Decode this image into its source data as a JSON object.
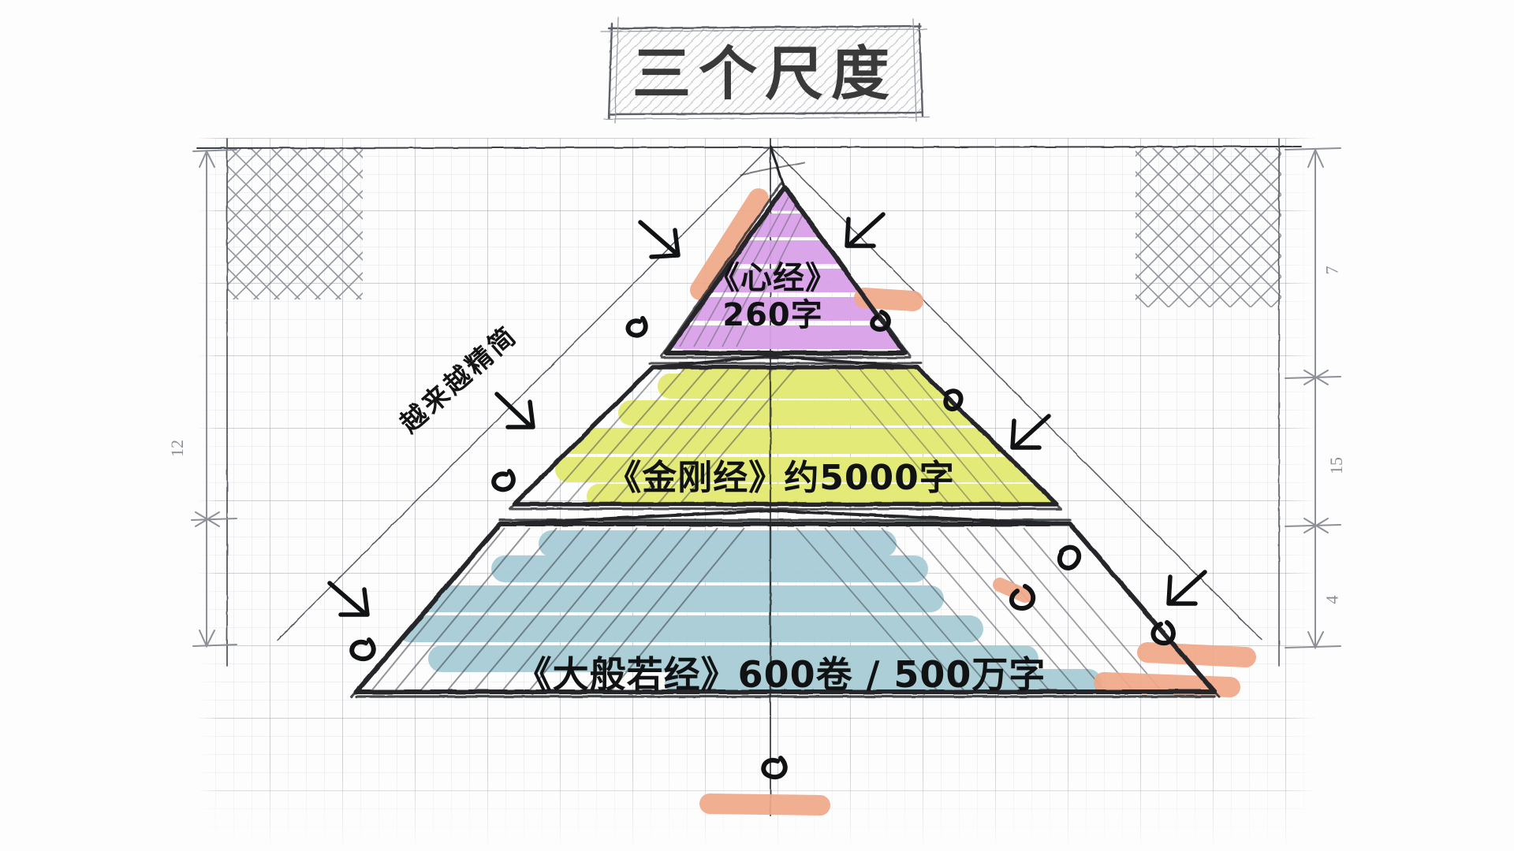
{
  "title": {
    "text": "三个尺度",
    "box_style": "hand-drawn-rect-hatched"
  },
  "diagram": {
    "type": "pyramid",
    "orientation": "3d-sketch",
    "annotation_side_text": "越来越精简",
    "background": "graph-paper",
    "style": "hand-drawn-marker-sketch",
    "layers": [
      {
        "id": "top",
        "rank": 1,
        "sutra": "《心经》",
        "amount": "260字",
        "label_line1": "《心经》",
        "label_line2": "260字",
        "fill_color": "#d9a2e8",
        "fill_name": "purple-highlighter",
        "size_rank": "smallest"
      },
      {
        "id": "middle",
        "rank": 2,
        "sutra": "《金刚经》",
        "amount": "约5000字",
        "label_full": "《金刚经》约5000字",
        "fill_color": "#e3ea72",
        "fill_name": "yellow-green-highlighter",
        "size_rank": "medium"
      },
      {
        "id": "bottom",
        "rank": 3,
        "sutra": "《大般若经》",
        "amount": "600卷 / 500万字",
        "label_full": "《大般若经》600卷 / 500万字",
        "fill_color": "#a8ccd6",
        "fill_name": "light-blue-highlighter",
        "size_rank": "largest"
      }
    ]
  },
  "palette": {
    "ink": "#26282b",
    "pencil_grid": "#787e8c",
    "accent_orange": "#f0a888",
    "purple": "#d9a2e8",
    "yellow_green": "#e3ea72",
    "light_blue": "#a8ccd6",
    "paper": "#fdfdfd"
  },
  "dimensions": {
    "left": [
      {
        "id": "left-overall",
        "label": "12"
      }
    ],
    "right": [
      {
        "id": "right-top",
        "label": "7"
      },
      {
        "id": "right-mid",
        "label": "15"
      },
      {
        "id": "right-bottom",
        "label": "4"
      }
    ]
  },
  "arrows": [
    {
      "id": "arrow-top-left",
      "direction": "down-right"
    },
    {
      "id": "arrow-top-right",
      "direction": "down-left"
    },
    {
      "id": "arrow-mid-left",
      "direction": "down-right"
    },
    {
      "id": "arrow-mid-right",
      "direction": "down-left"
    },
    {
      "id": "arrow-bottom-left",
      "direction": "down-right"
    },
    {
      "id": "arrow-bottom-right",
      "direction": "down-left"
    }
  ]
}
